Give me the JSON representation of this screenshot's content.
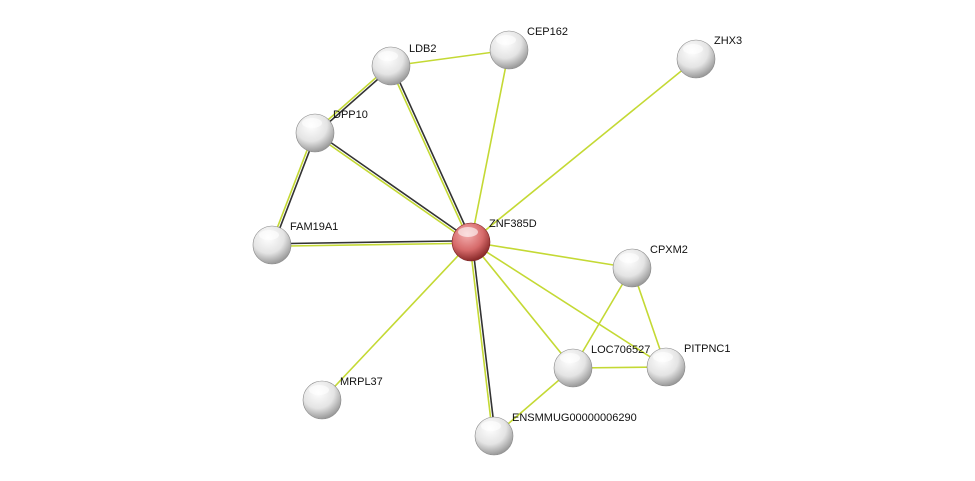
{
  "network": {
    "center": "ZNF385D",
    "colors": {
      "textmining": "#c4d934",
      "coexpression": "#333333",
      "center_node": "#d05050",
      "node": "#e8e8e8"
    },
    "nodes": [
      {
        "id": "ZNF385D",
        "label": "ZNF385D",
        "query": true
      },
      {
        "id": "LDB2",
        "label": "LDB2"
      },
      {
        "id": "CEP162",
        "label": "CEP162"
      },
      {
        "id": "ZHX3",
        "label": "ZHX3"
      },
      {
        "id": "DPP10",
        "label": "DPP10"
      },
      {
        "id": "FAM19A1",
        "label": "FAM19A1"
      },
      {
        "id": "CPXM2",
        "label": "CPXM2"
      },
      {
        "id": "LOC706527",
        "label": "LOC706527"
      },
      {
        "id": "PITPNC1",
        "label": "PITPNC1"
      },
      {
        "id": "MRPL37",
        "label": "MRPL37"
      },
      {
        "id": "ENSMMUG00000006290",
        "label": "ENSMMUG00000006290"
      }
    ],
    "edges": [
      {
        "a": "LDB2",
        "b": "CEP162",
        "evidence": [
          "textmining"
        ]
      },
      {
        "a": "LDB2",
        "b": "DPP10",
        "evidence": [
          "coexpression",
          "textmining"
        ]
      },
      {
        "a": "LDB2",
        "b": "ZNF385D",
        "evidence": [
          "coexpression",
          "textmining"
        ]
      },
      {
        "a": "CEP162",
        "b": "ZNF385D",
        "evidence": [
          "textmining"
        ]
      },
      {
        "a": "ZHX3",
        "b": "ZNF385D",
        "evidence": [
          "textmining"
        ]
      },
      {
        "a": "DPP10",
        "b": "ZNF385D",
        "evidence": [
          "coexpression",
          "textmining"
        ]
      },
      {
        "a": "DPP10",
        "b": "FAM19A1",
        "evidence": [
          "coexpression",
          "textmining"
        ]
      },
      {
        "a": "FAM19A1",
        "b": "ZNF385D",
        "evidence": [
          "coexpression",
          "textmining"
        ]
      },
      {
        "a": "ZNF385D",
        "b": "CPXM2",
        "evidence": [
          "textmining"
        ]
      },
      {
        "a": "ZNF385D",
        "b": "LOC706527",
        "evidence": [
          "textmining"
        ]
      },
      {
        "a": "ZNF385D",
        "b": "PITPNC1",
        "evidence": [
          "textmining"
        ]
      },
      {
        "a": "ZNF385D",
        "b": "MRPL37",
        "evidence": [
          "textmining"
        ]
      },
      {
        "a": "ZNF385D",
        "b": "ENSMMUG00000006290",
        "evidence": [
          "coexpression",
          "textmining"
        ]
      },
      {
        "a": "CPXM2",
        "b": "LOC706527",
        "evidence": [
          "textmining"
        ]
      },
      {
        "a": "CPXM2",
        "b": "PITPNC1",
        "evidence": [
          "textmining"
        ]
      },
      {
        "a": "LOC706527",
        "b": "PITPNC1",
        "evidence": [
          "textmining"
        ]
      },
      {
        "a": "LOC706527",
        "b": "ENSMMUG00000006290",
        "evidence": [
          "textmining"
        ]
      }
    ]
  }
}
